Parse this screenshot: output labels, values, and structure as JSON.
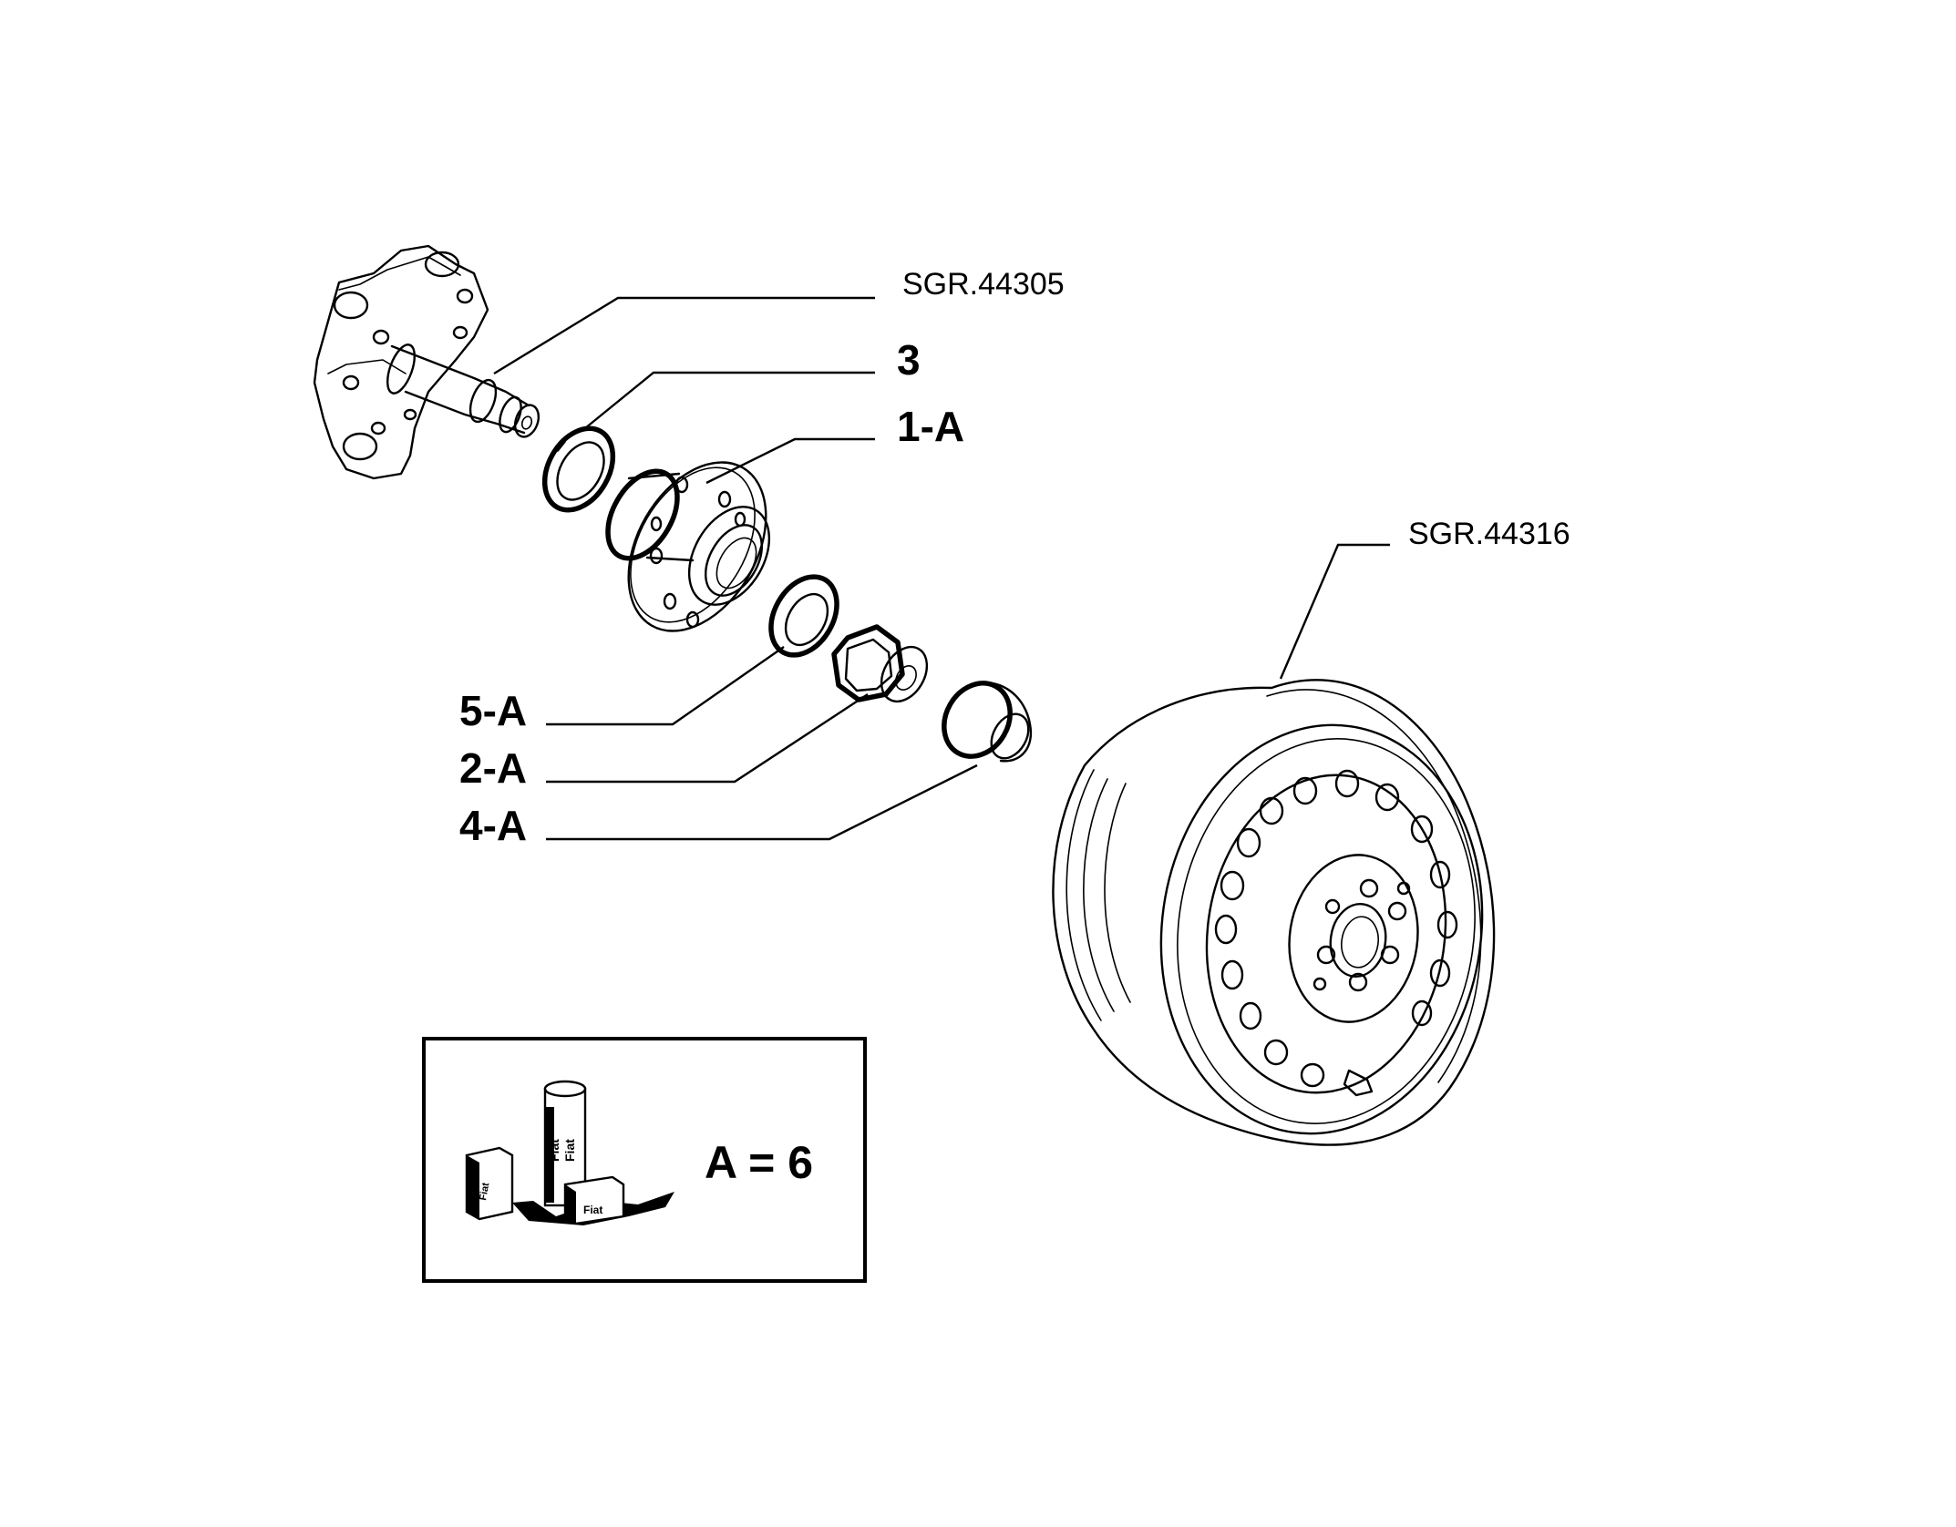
{
  "callouts": {
    "sgr_44305": "SGR.44305",
    "item_3": "3",
    "item_1a": "1-A",
    "item_5a": "5-A",
    "item_2a": "2-A",
    "item_4a": "4-A",
    "sgr_44316": "SGR.44316"
  },
  "legend": {
    "text": "A = 6",
    "logo_text": [
      "Fiat",
      "Fiat",
      "Fiat",
      "Fiat"
    ]
  }
}
